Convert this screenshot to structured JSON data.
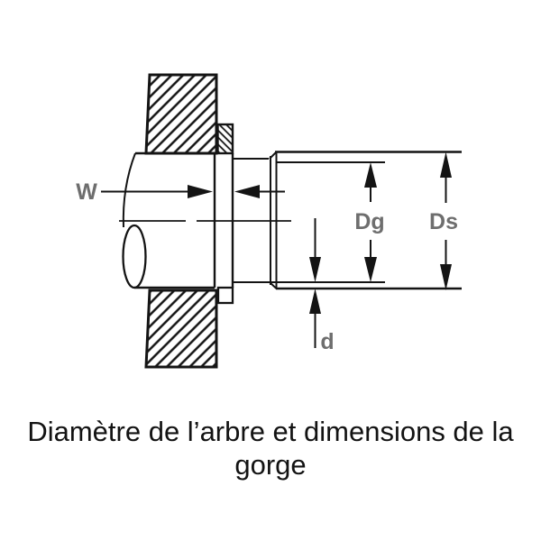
{
  "figure": {
    "dimension_labels": {
      "groove_width": "W",
      "groove_diameter": "Dg",
      "shaft_diameter": "Ds",
      "groove_depth": "d"
    },
    "caption_lines": [
      "Diamètre de l’arbre et dimensions de la",
      "gorge"
    ],
    "colors": {
      "line": "#141414",
      "dimension_label": "#6e6e6e",
      "background": "#ffffff"
    }
  }
}
